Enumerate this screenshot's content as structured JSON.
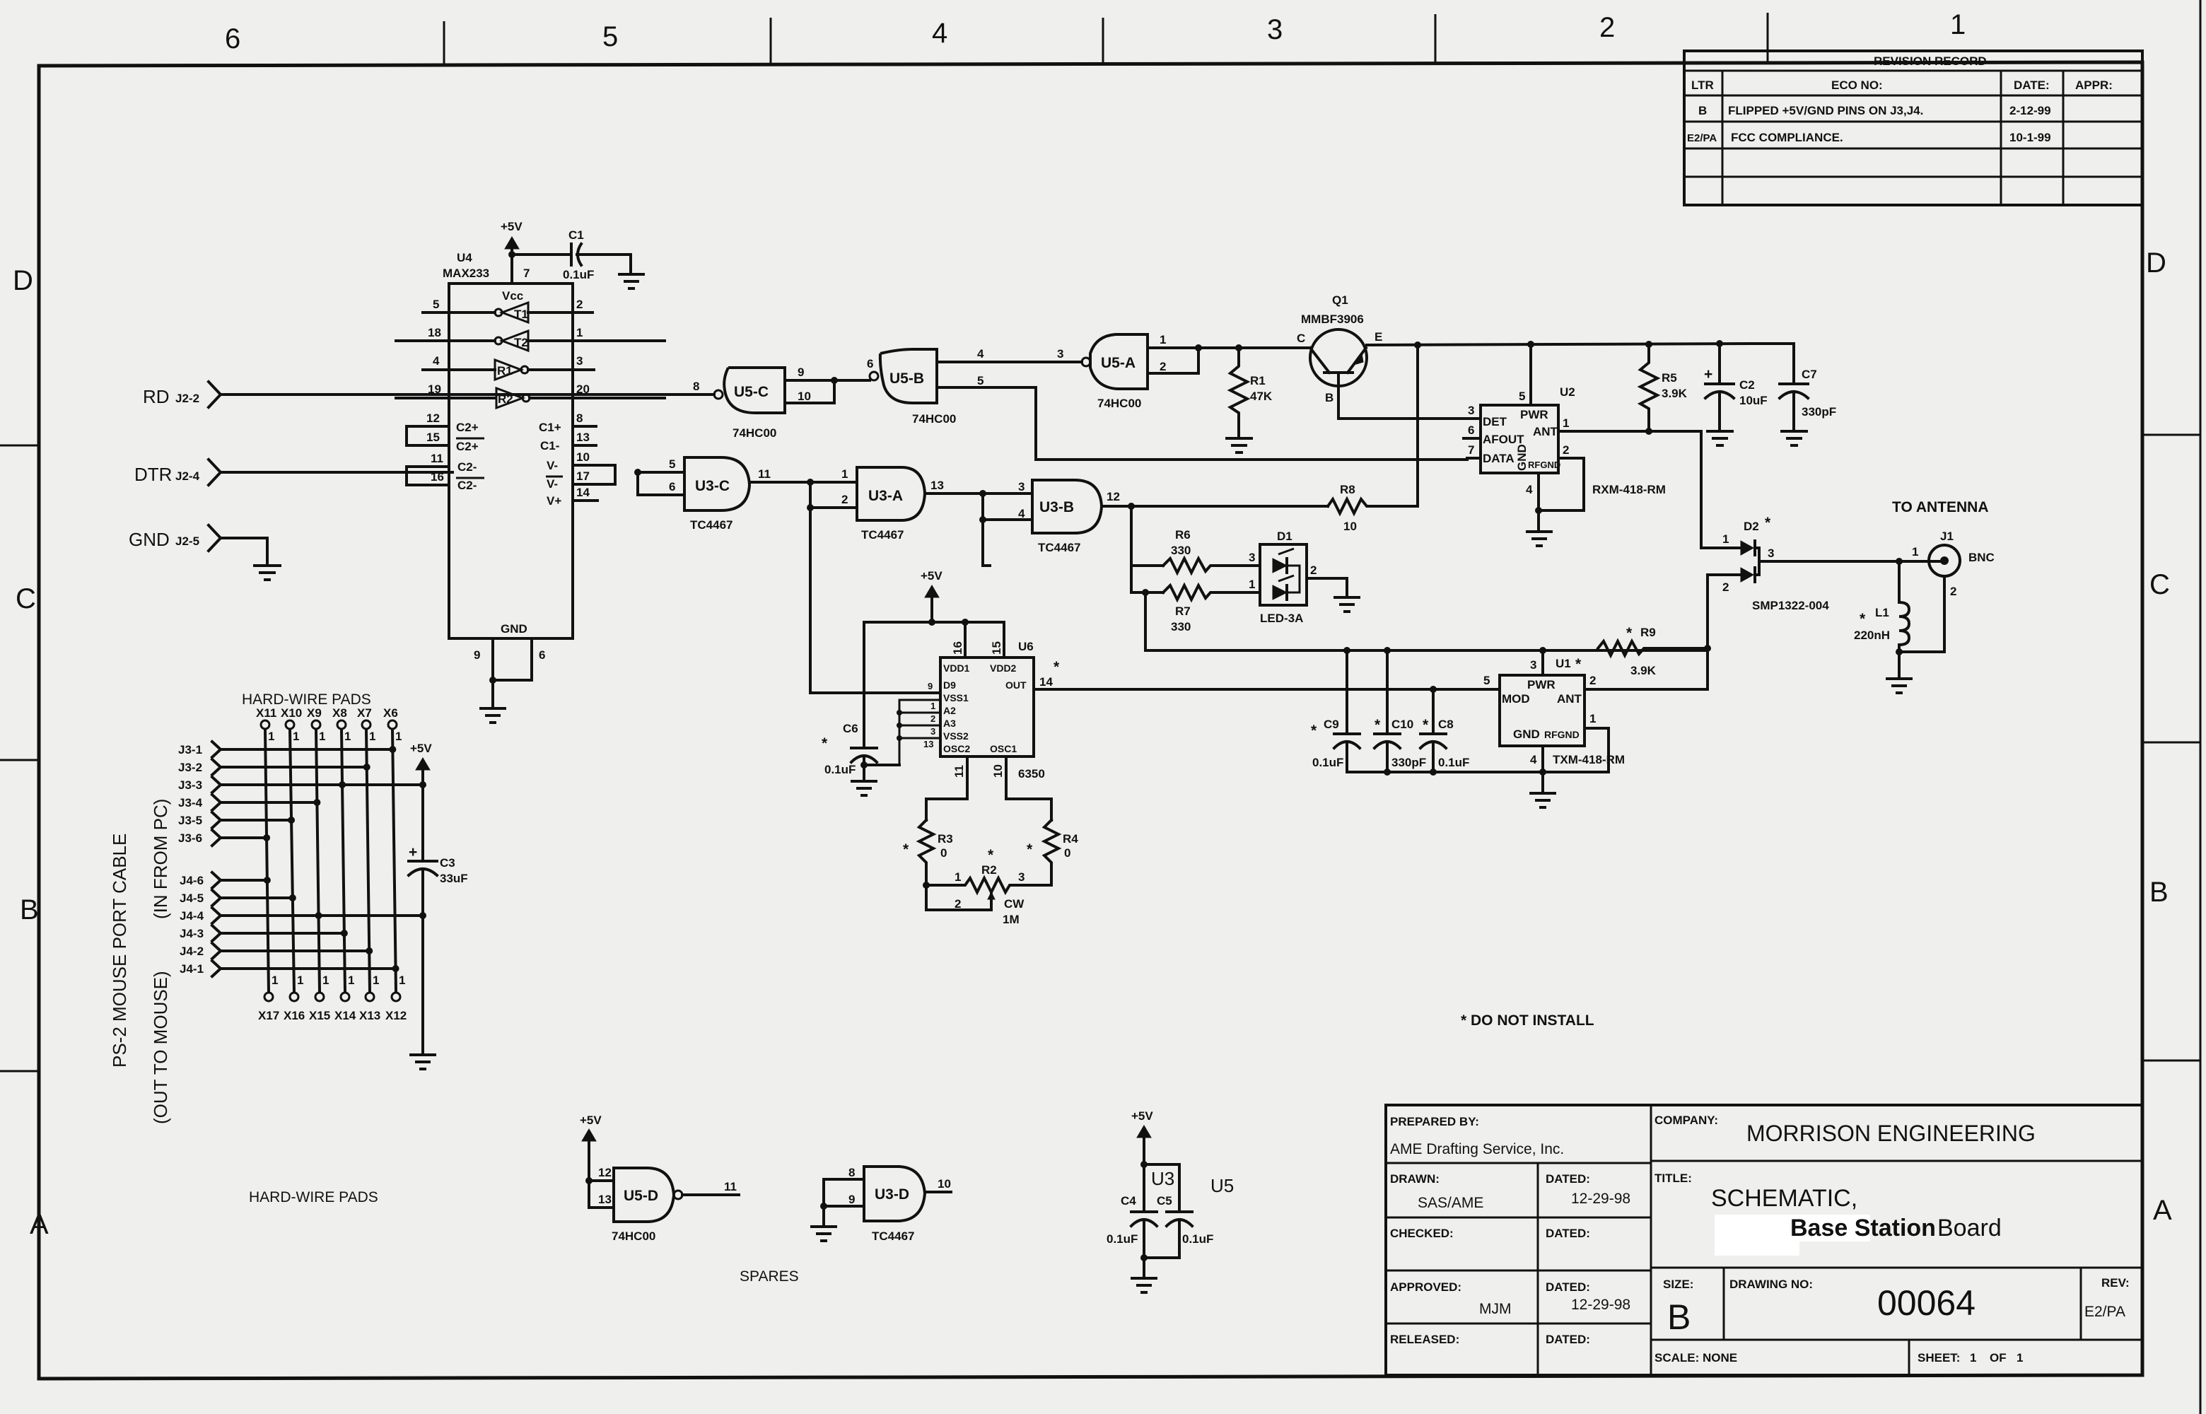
{
  "zones": {
    "columns": [
      "6",
      "5",
      "4",
      "3",
      "2",
      "1"
    ],
    "rows": [
      "D",
      "C",
      "B",
      "A"
    ]
  },
  "revision_record": {
    "title": "REVISION RECORD",
    "headers": [
      "LTR",
      "ECO NO:",
      "DATE:",
      "APPR:"
    ],
    "rows": [
      {
        "ltr": "B",
        "eco": "FLIPPED +5V/GND PINS ON J3,J4.",
        "date": "2-12-99",
        "appr": ""
      },
      {
        "ltr": "E2/PA",
        "eco": "FCC COMPLIANCE.",
        "date": "10-1-99",
        "appr": ""
      }
    ]
  },
  "connectors_j2": [
    {
      "signal": "RD",
      "pin": "J2-2"
    },
    {
      "signal": "DTR",
      "pin": "J2-4"
    },
    {
      "signal": "GND",
      "pin": "J2-5"
    }
  ],
  "power_label": "+5V",
  "u4": {
    "ref": "U4",
    "part": "MAX233",
    "vcc": "Vcc",
    "gnd": "GND",
    "pins": {
      "vcc": "7",
      "t1in": "5",
      "t1out": "2",
      "t2in": "18",
      "t2out": "1",
      "r1in": "4",
      "r1out": "3",
      "r2in": "19",
      "r2out": "20",
      "c2p": "12",
      "c2pb": "15",
      "c2m": "11",
      "c2mb": "16",
      "c1p": "8",
      "c1m": "13",
      "vm": "10",
      "vmb": "17",
      "vp": "14",
      "gnd1": "9",
      "gnd2": "6"
    },
    "labels": {
      "t1": "T1",
      "t2": "T2",
      "r1": "R1",
      "r2": "R2",
      "c2p": "C2+",
      "c2pb": "C2+",
      "c2m": "C2-",
      "c2mb": "C2-",
      "c1p": "C1+",
      "c1m": "C1-",
      "vm": "V-",
      "vmb": "V-",
      "vp": "V+"
    }
  },
  "c1": {
    "ref": "C1",
    "value": "0.1uF"
  },
  "gates": {
    "u5c": {
      "ref": "U5-C",
      "part": "74HC00",
      "pins": [
        "8",
        "9",
        "10"
      ]
    },
    "u5b": {
      "ref": "U5-B",
      "part": "74HC00",
      "pins": [
        "6",
        "4",
        "5"
      ]
    },
    "u5a": {
      "ref": "U5-A",
      "part": "74HC00",
      "pins": [
        "3",
        "1",
        "2"
      ]
    },
    "u3c": {
      "ref": "U3-C",
      "part": "TC4467",
      "pins": [
        "5",
        "6",
        "11"
      ]
    },
    "u3a": {
      "ref": "U3-A",
      "part": "TC4467",
      "pins": [
        "1",
        "2",
        "13"
      ]
    },
    "u3b": {
      "ref": "U3-B",
      "part": "TC4467",
      "pins": [
        "3",
        "4",
        "12"
      ]
    },
    "u5d": {
      "ref": "U5-D",
      "part": "74HC00",
      "pins": [
        "12",
        "13",
        "11"
      ]
    },
    "u3d": {
      "ref": "U3-D",
      "part": "TC4467",
      "pins": [
        "8",
        "9",
        "10"
      ]
    }
  },
  "r1": {
    "ref": "R1",
    "value": "47K"
  },
  "q1": {
    "ref": "Q1",
    "part": "MMBF3906",
    "c": "C",
    "b": "B",
    "e": "E"
  },
  "u2": {
    "ref": "U2",
    "part": "RXM-418-RM",
    "pins": {
      "pwr": "5",
      "det": "3",
      "afout": "6",
      "data": "7",
      "ant": "1",
      "rfgnd": "2",
      "gnd": "4"
    },
    "labels": {
      "pwr": "PWR",
      "det": "DET",
      "afout": "AFOUT",
      "data": "DATA",
      "ant": "ANT",
      "rfgnd": "RFGND",
      "gnd": "GND"
    }
  },
  "r5": {
    "ref": "R5",
    "value": "3.9K"
  },
  "c2": {
    "ref": "C2",
    "value": "10uF"
  },
  "c7": {
    "ref": "C7",
    "value": "330pF"
  },
  "r8": {
    "ref": "R8",
    "value": "10"
  },
  "r6": {
    "ref": "R6",
    "value": "330"
  },
  "r7": {
    "ref": "R7",
    "value": "330"
  },
  "d1": {
    "ref": "D1",
    "part": "LED-3A",
    "pins": [
      "3",
      "1",
      "2"
    ]
  },
  "d2": {
    "ref": "D2",
    "part": "SMP1322-004",
    "star": "*",
    "pins": [
      "1",
      "2",
      "3"
    ]
  },
  "antenna": {
    "label": "TO ANTENNA",
    "ref": "J1",
    "type": "BNC",
    "pins": [
      "1",
      "2"
    ]
  },
  "l1": {
    "ref": "L1",
    "value": "220nH",
    "star": "*"
  },
  "r9": {
    "ref": "R9",
    "value": "3.9K",
    "star": "*"
  },
  "u1": {
    "ref": "U1",
    "part": "TXM-418-RM",
    "star": "*",
    "pins": {
      "pwr": "3",
      "mod": "5",
      "ant": "2",
      "rfgnd": "1",
      "gnd": "4"
    },
    "labels": {
      "pwr": "PWR",
      "mod": "MOD",
      "ant": "ANT",
      "rfgnd": "RFGND",
      "gnd": "GND"
    }
  },
  "c9": {
    "ref": "C9",
    "value": "0.1uF",
    "star": "*"
  },
  "c10": {
    "ref": "C10",
    "value": "330pF",
    "star": "*"
  },
  "c8": {
    "ref": "C8",
    "value": "0.1uF",
    "star": "*"
  },
  "u6": {
    "ref": "U6",
    "part": "6350",
    "star": "*",
    "pins": {
      "vdd1": "16",
      "vdd2": "15",
      "d9": "9",
      "vss1": "1",
      "a2": "2",
      "a3": "3",
      "vss2": "13",
      "out": "14",
      "osc2": "11",
      "osc1": "10"
    },
    "labels": {
      "vdd1": "VDD1",
      "vdd2": "VDD2",
      "d9": "D9",
      "vss1": "VSS1",
      "a2": "A2",
      "a3": "A3",
      "vss2": "VSS2",
      "out": "OUT",
      "osc2": "OSC2",
      "osc1": "OSC1"
    }
  },
  "c6": {
    "ref": "C6",
    "value": "0.1uF",
    "star": "*"
  },
  "r3": {
    "ref": "R3",
    "value": "0",
    "star": "*"
  },
  "r4": {
    "ref": "R4",
    "value": "0",
    "star": "*"
  },
  "r2": {
    "ref": "R2",
    "value": "1M",
    "star": "*",
    "cw": "CW",
    "pins": [
      "1",
      "2",
      "3"
    ]
  },
  "hardwire": {
    "title_top": "HARD-WIRE PADS",
    "title_bottom": "HARD-WIRE PADS",
    "pads_top": [
      "X11",
      "X10",
      "X9",
      "X8",
      "X7",
      "X6"
    ],
    "pads_bottom": [
      "X17",
      "X16",
      "X15",
      "X14",
      "X13",
      "X12"
    ],
    "pad_pin": "1",
    "j3": [
      "J3-1",
      "J3-2",
      "J3-3",
      "J3-4",
      "J3-5",
      "J3-6"
    ],
    "j4": [
      "J4-6",
      "J4-5",
      "J4-4",
      "J4-3",
      "J4-2",
      "J4-1"
    ],
    "cable_label": "PS-2 MOUSE PORT CABLE",
    "in_label": "(IN FROM PC)",
    "out_label": "(OUT TO MOUSE)"
  },
  "c3": {
    "ref": "C3",
    "value": "33uF"
  },
  "spares": {
    "label": "SPARES"
  },
  "decoupling": {
    "c4": {
      "ref": "C4",
      "value": "0.1uF"
    },
    "c5": {
      "ref": "C5",
      "value": "0.1uF"
    },
    "u3": "U3",
    "u5": "U5"
  },
  "note": "* DO NOT INSTALL",
  "title_block": {
    "prepared_by_label": "PREPARED BY:",
    "prepared_by": "AME Drafting Service, Inc.",
    "company_label": "COMPANY:",
    "company": "MORRISON ENGINEERING",
    "drawn_label": "DRAWN:",
    "drawn": "SAS/AME",
    "dated_label": "DATED:",
    "drawn_date": "12-29-98",
    "title_label": "TITLE:",
    "title_line1": "SCHEMATIC,",
    "title_line2a": "Base Station",
    "title_line2b": "Board",
    "checked_label": "CHECKED:",
    "checked": "",
    "checked_date": "",
    "approved_label": "APPROVED:",
    "approved": "MJM",
    "approved_date": "12-29-98",
    "released_label": "RELEASED:",
    "released_date": "",
    "size_label": "SIZE:",
    "size": "B",
    "drawing_no_label": "DRAWING NO:",
    "drawing_no": "00064",
    "rev_label": "REV:",
    "rev": "E2/PA",
    "scale_label": "SCALE: NONE",
    "sheet_label": "SHEET:",
    "sheet": "1",
    "of_label": "OF",
    "sheet_total": "1"
  }
}
